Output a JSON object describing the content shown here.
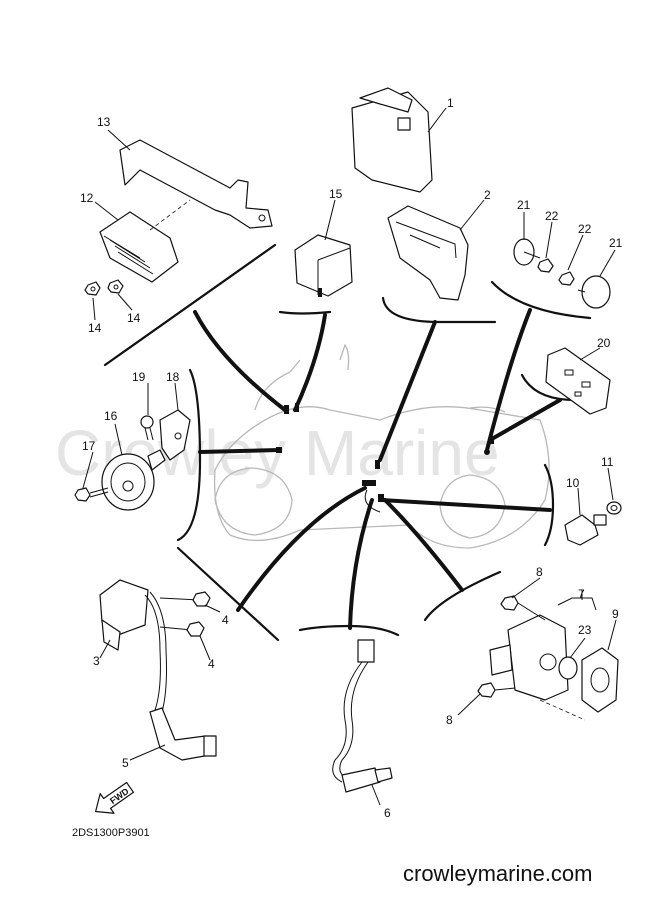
{
  "watermark": "Crowley Marine",
  "drawing_code": "2DS1300P3901",
  "site_url": "crowleymarine.com",
  "fwd_label": "FWD",
  "callouts": {
    "c1": "1",
    "c2": "2",
    "c3": "3",
    "c4a": "4",
    "c4b": "4",
    "c5": "5",
    "c6": "6",
    "c7": "7",
    "c8a": "8",
    "c8b": "8",
    "c9": "9",
    "c10": "10",
    "c11": "11",
    "c12": "12",
    "c13": "13",
    "c14a": "14",
    "c14b": "14",
    "c15": "15",
    "c16": "16",
    "c17": "17",
    "c18": "18",
    "c19": "19",
    "c20": "20",
    "c21a": "21",
    "c21b": "21",
    "c22a": "22",
    "c22b": "22",
    "c23": "23"
  }
}
